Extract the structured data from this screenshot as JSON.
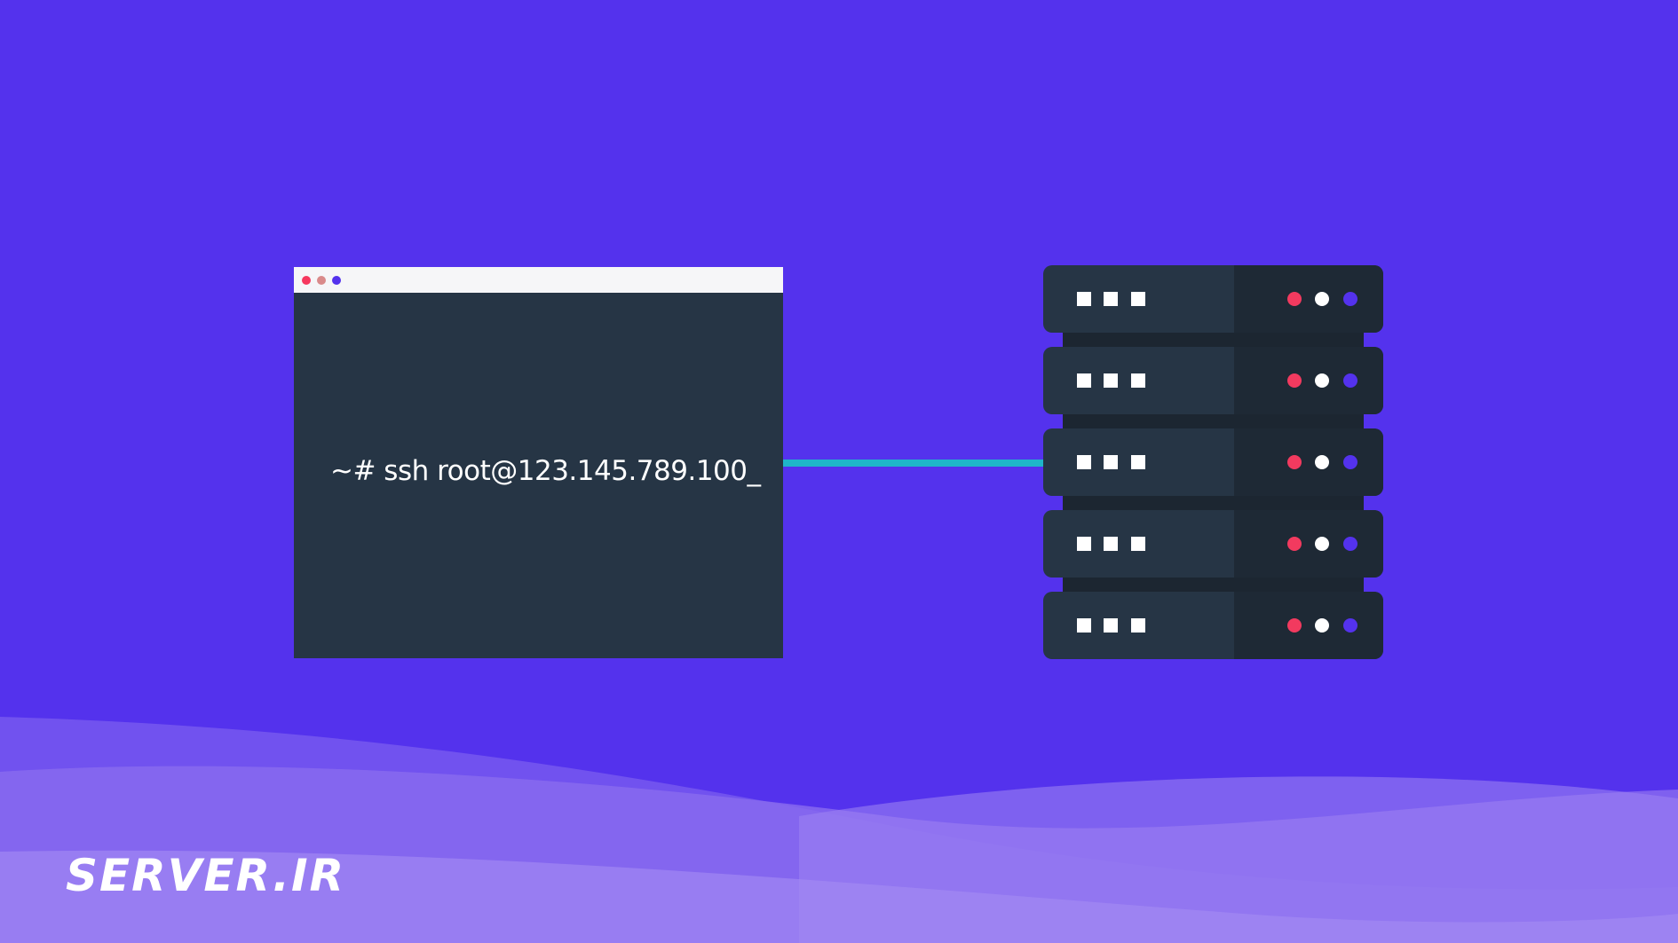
{
  "terminal": {
    "command": "~# ssh root@123.145.789.100_",
    "window_dots": [
      "#f6385e",
      "#d98a8a",
      "#5432ed"
    ]
  },
  "server": {
    "units": 5,
    "led_colors": [
      "#f23a5f",
      "#ffffff",
      "#5432ed"
    ]
  },
  "logo": {
    "text": "SERVER.IR"
  },
  "colors": {
    "background": "#5432ed",
    "connector": "#1fb5c9",
    "panel": "#263545"
  }
}
